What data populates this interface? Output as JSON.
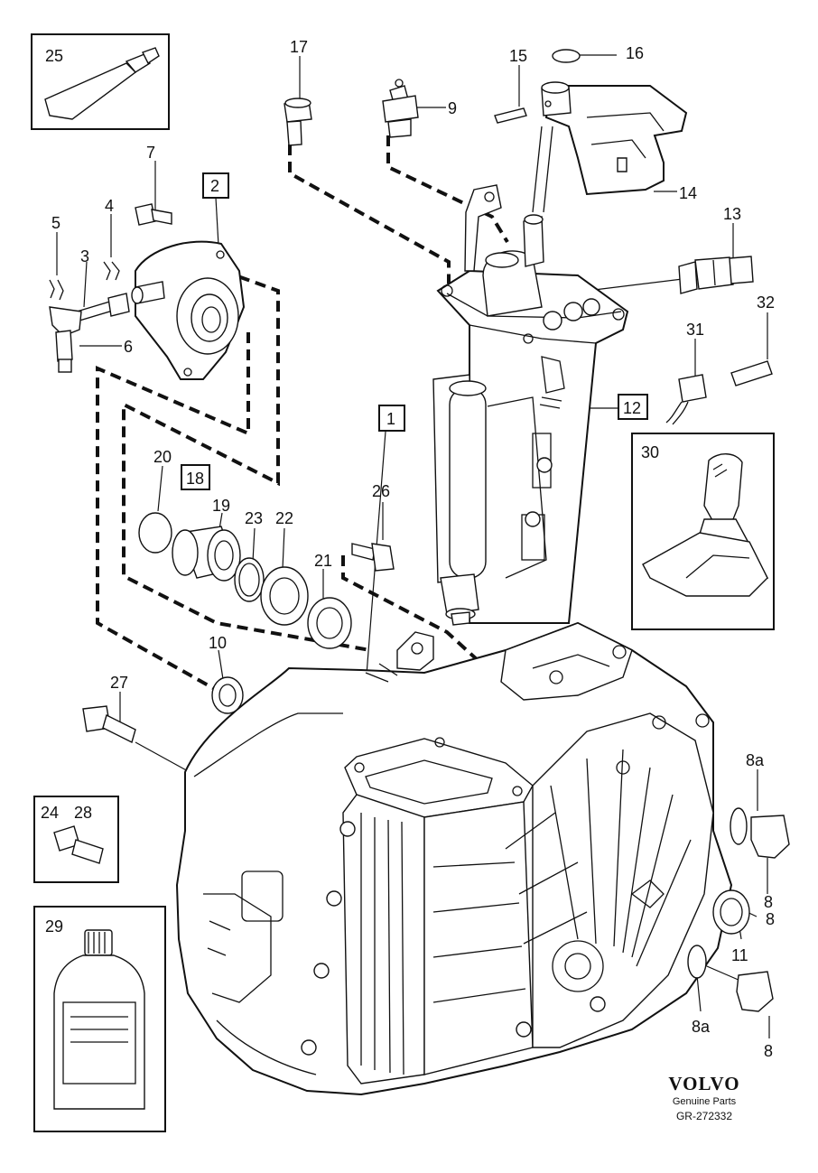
{
  "brand": {
    "logo": "VOLVO",
    "subtitle": "Genuine Parts",
    "reference": "GR-272332"
  },
  "callouts": {
    "c1": "1",
    "c2": "2",
    "c3": "3",
    "c4": "4",
    "c5": "5",
    "c6": "6",
    "c7": "7",
    "c8_upper": "8",
    "c8_middle": "8",
    "c8_lower": "8",
    "c8a_upper": "8a",
    "c8a_lower": "8a",
    "c9": "9",
    "c10": "10",
    "c11": "11",
    "c12": "12",
    "c13": "13",
    "c14": "14",
    "c15": "15",
    "c16": "16",
    "c17": "17",
    "c18": "18",
    "c19": "19",
    "c20": "20",
    "c21": "21",
    "c22": "22",
    "c23": "23",
    "c24": "24",
    "c25": "25",
    "c26": "26",
    "c27": "27",
    "c28": "28",
    "c29": "29",
    "c30": "30",
    "c31": "31",
    "c32": "32"
  },
  "parts": {
    "gearbox_housing": "gearbox-housing",
    "gear_shift_unit": "gear-shift-housing",
    "slave_cylinder": "slave-cylinder",
    "gear_knob": "gear-knob-with-boot",
    "oil_bottle": "oil-bottle",
    "sealant_tube": "sealant-tube"
  }
}
